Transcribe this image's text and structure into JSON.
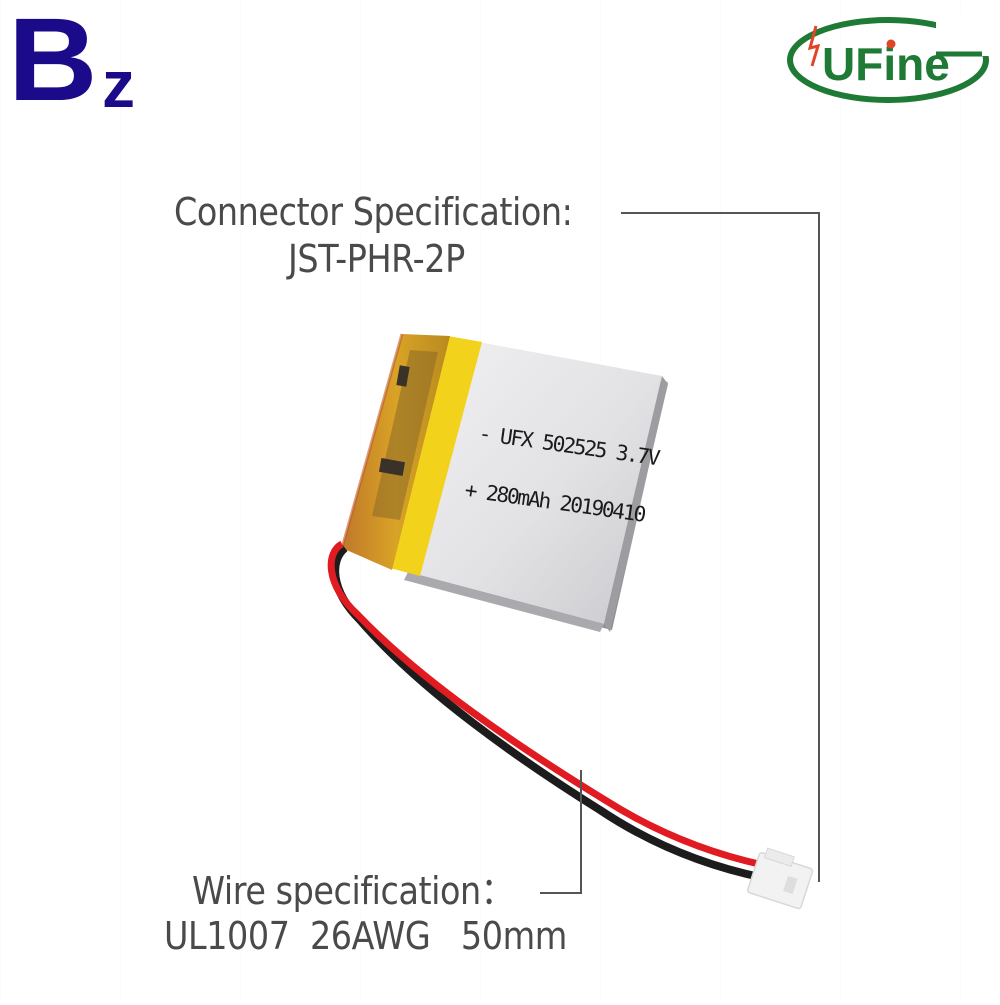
{
  "logos": {
    "left": {
      "text_big": "B",
      "text_small": "z",
      "color": "#1b0b8a"
    },
    "right": {
      "text": "UFine",
      "color": "#1e7a35",
      "accent_color": "#e0452a"
    }
  },
  "connector_spec": {
    "title": "Connector Specification:",
    "value": "JST-PHR-2P"
  },
  "wire_spec": {
    "title": "Wire specification：",
    "value": "UL1007  26AWG   50mm"
  },
  "battery": {
    "label_line1": "- UFX 502525 3.7V",
    "label_line2": "+ 280mAh 20190410",
    "body_color": "#d9d9dc",
    "tape_color": "#f3d21c",
    "pcm_tape_color": "#d9a326"
  },
  "wires": {
    "positive_color": "#e01b22",
    "negative_color": "#1c1c1c"
  },
  "connector": {
    "color": "#f2f2f2"
  },
  "leader_line_color": "#555555"
}
